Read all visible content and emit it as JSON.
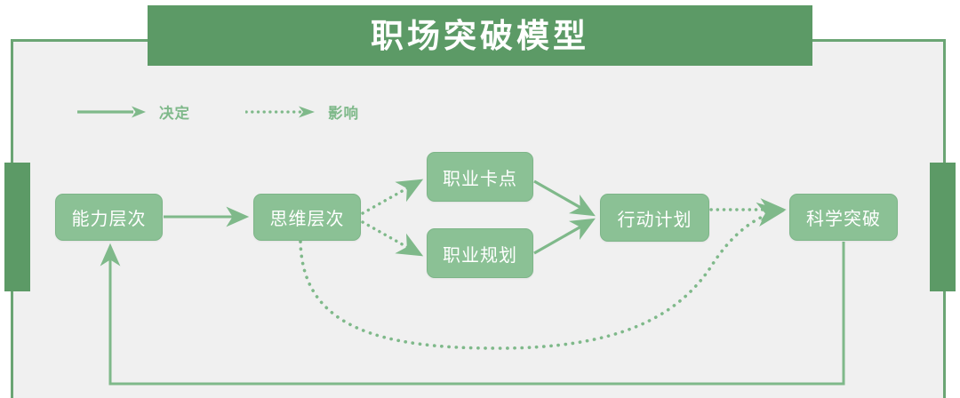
{
  "title": "职场突破模型",
  "colors": {
    "banner": "#5C9A66",
    "node_fill": "#8BC195",
    "frame_border": "#6BA574",
    "line": "#7FB98A",
    "background": "#F0F0F0",
    "page": "#FFFFFF"
  },
  "legend": {
    "items": [
      {
        "label": "决定",
        "style": "solid-arrow",
        "icon": "solid-arrow-icon"
      },
      {
        "label": "影响",
        "style": "dotted-arrow",
        "icon": "dotted-arrow-icon"
      }
    ]
  },
  "nodes": [
    {
      "id": "ability-level",
      "label": "能力层次"
    },
    {
      "id": "thinking-level",
      "label": "思维层次"
    },
    {
      "id": "career-blocker",
      "label": "职业卡点"
    },
    {
      "id": "career-planning",
      "label": "职业规划"
    },
    {
      "id": "action-plan",
      "label": "行动计划"
    },
    {
      "id": "scientific-breakthrough",
      "label": "科学突破"
    }
  ],
  "edges": [
    {
      "from": "ability-level",
      "to": "thinking-level",
      "style": "solid",
      "meaning": "决定"
    },
    {
      "from": "thinking-level",
      "to": "career-blocker",
      "style": "dotted",
      "meaning": "影响"
    },
    {
      "from": "thinking-level",
      "to": "career-planning",
      "style": "dotted",
      "meaning": "影响"
    },
    {
      "from": "career-blocker",
      "to": "action-plan",
      "style": "solid",
      "meaning": "决定"
    },
    {
      "from": "career-planning",
      "to": "action-plan",
      "style": "solid",
      "meaning": "决定"
    },
    {
      "from": "action-plan",
      "to": "scientific-breakthrough",
      "style": "dotted",
      "meaning": "影响"
    },
    {
      "from": "thinking-level",
      "to": "scientific-breakthrough",
      "style": "dotted",
      "meaning": "影响"
    },
    {
      "from": "scientific-breakthrough",
      "to": "ability-level",
      "style": "solid",
      "meaning": "决定"
    }
  ]
}
